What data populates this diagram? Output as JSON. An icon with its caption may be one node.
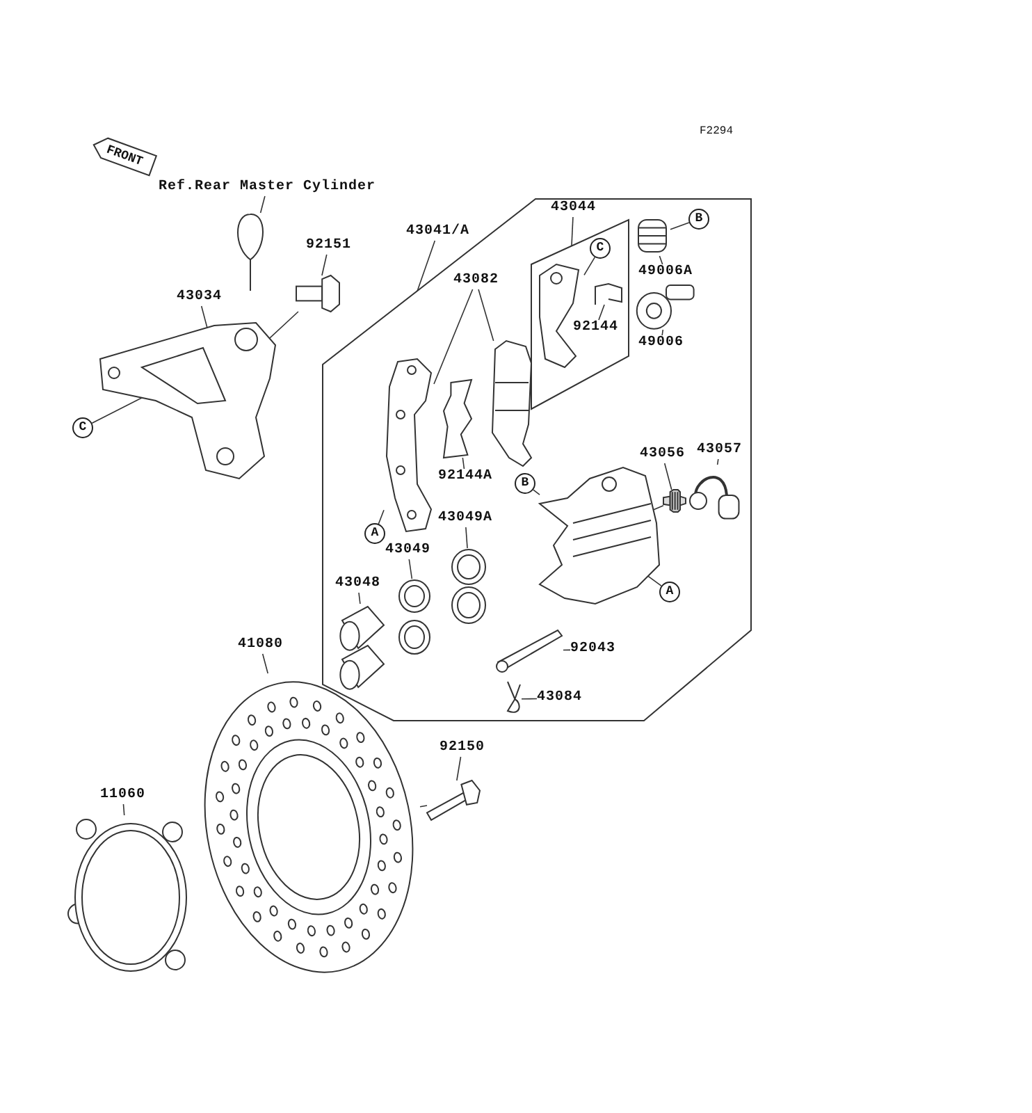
{
  "diagram": {
    "nodes": [
      {
        "text": [
          "FRONT"
        ]
      },
      {
        "text": [
          "Ref.Rear Master Cylinder"
        ]
      },
      {
        "text": [],
        "shape": "picture"
      },
      {
        "text": [
          "43034"
        ]
      },
      {
        "text": [],
        "shape": "picture"
      },
      {
        "text": [
          "92151"
        ]
      },
      {
        "text": [],
        "shape": "picture"
      },
      {
        "text": [
          "C"
        ]
      },
      {
        "text": [],
        "shape": "box"
      },
      {
        "text": [
          "43041/A"
        ]
      },
      {
        "text": [
          "43044"
        ],
        "in": 8
      },
      {
        "text": [],
        "shape": "box",
        "in": 8
      },
      {
        "text": [],
        "shape": "picture",
        "in": 11
      },
      {
        "text": [
          "C"
        ],
        "in": 11
      },
      {
        "text": [
          "B"
        ],
        "in": 8
      },
      {
        "text": [],
        "shape": "picture",
        "in": 8
      },
      {
        "text": [
          "49006A"
        ],
        "in": 8
      },
      {
        "text": [],
        "shape": "picture",
        "in": 11
      },
      {
        "text": [
          "92144"
        ],
        "in": 11
      },
      {
        "text": [],
        "shape": "picture",
        "in": 8
      },
      {
        "text": [
          "49006"
        ],
        "in": 8
      },
      {
        "text": [
          "43082"
        ],
        "in": 8
      },
      {
        "text": [],
        "shape": "picture",
        "in": 8
      },
      {
        "text": [],
        "shape": "picture",
        "in": 8
      },
      {
        "text": [],
        "shape": "picture",
        "in": 8
      },
      {
        "text": [
          "92144A"
        ],
        "in": 8
      },
      {
        "text": [
          "A"
        ],
        "in": 8
      },
      {
        "text": [],
        "shape": "picture",
        "in": 8
      },
      {
        "text": [
          "B"
        ],
        "in": 8
      },
      {
        "text": [
          "43056"
        ],
        "in": 8
      },
      {
        "text": [],
        "shape": "picture",
        "in": 8
      },
      {
        "text": [
          "43057"
        ],
        "in": 8
      },
      {
        "text": [],
        "shape": "picture",
        "in": 8
      },
      {
        "text": [
          "43049A"
        ],
        "in": 8
      },
      {
        "text": [],
        "shape": "picture",
        "in": 8
      },
      {
        "text": [],
        "shape": "picture",
        "in": 8
      },
      {
        "text": [
          "43049"
        ],
        "in": 8
      },
      {
        "text": [],
        "shape": "picture",
        "in": 8
      },
      {
        "text": [],
        "shape": "picture",
        "in": 8
      },
      {
        "text": [
          "43048"
        ],
        "in": 8
      },
      {
        "text": [],
        "shape": "picture",
        "in": 8
      },
      {
        "text": [],
        "shape": "picture",
        "in": 8
      },
      {
        "text": [
          "A"
        ],
        "in": 8
      },
      {
        "text": [],
        "shape": "picture",
        "in": 8
      },
      {
        "text": [
          "92043"
        ],
        "in": 8
      },
      {
        "text": [],
        "shape": "picture",
        "in": 8
      },
      {
        "text": [
          "43084"
        ],
        "in": 8
      },
      {
        "text": [
          "41080"
        ]
      },
      {
        "text": [],
        "shape": "picture"
      },
      {
        "text": [
          "92150"
        ]
      },
      {
        "text": [],
        "shape": "picture"
      },
      {
        "text": [
          "11060"
        ]
      },
      {
        "text": [],
        "shape": "picture"
      }
    ],
    "edges": [
      {
        "from": 1,
        "to": 2,
        "arrow": "none"
      },
      {
        "from": 3,
        "to": 4,
        "arrow": "none"
      },
      {
        "from": 5,
        "to": 6,
        "arrow": "none"
      },
      {
        "from": 6,
        "to": 4,
        "arrow": "none"
      },
      {
        "from": 7,
        "to": 4,
        "arrow": "none"
      },
      {
        "from": 9,
        "to": 8,
        "arrow": "none"
      },
      {
        "from": 10,
        "to": 11,
        "arrow": "none"
      },
      {
        "from": 13,
        "to": 12,
        "arrow": "none"
      },
      {
        "from": 14,
        "to": 15,
        "arrow": "none"
      },
      {
        "from": 16,
        "to": 15,
        "arrow": "none"
      },
      {
        "from": 18,
        "to": 17,
        "arrow": "none"
      },
      {
        "from": 20,
        "to": 19,
        "arrow": "none"
      },
      {
        "from": 21,
        "to": 22,
        "arrow": "none"
      },
      {
        "from": 21,
        "to": 23,
        "arrow": "none"
      },
      {
        "from": 25,
        "to": 24,
        "arrow": "none"
      },
      {
        "from": 26,
        "to": 22,
        "arrow": "none"
      },
      {
        "from": 28,
        "to": 27,
        "arrow": "none"
      },
      {
        "from": 29,
        "to": 30,
        "arrow": "none"
      },
      {
        "from": 31,
        "to": 32,
        "arrow": "none"
      },
      {
        "from": 33,
        "to": 34,
        "arrow": "none"
      },
      {
        "from": 36,
        "to": 37,
        "arrow": "none"
      },
      {
        "from": 39,
        "to": 40,
        "arrow": "none"
      },
      {
        "from": 42,
        "to": 27,
        "arrow": "none"
      },
      {
        "from": 44,
        "to": 43,
        "arrow": "none"
      },
      {
        "from": 46,
        "to": 45,
        "arrow": "none"
      },
      {
        "from": 47,
        "to": 48,
        "arrow": "none"
      },
      {
        "from": 49,
        "to": 50,
        "arrow": "none"
      },
      {
        "from": 51,
        "to": 52,
        "arrow": "none"
      },
      {
        "from": 50,
        "to": 48,
        "arrow": "none"
      },
      {
        "from": 30,
        "to": 27,
        "arrow": "none"
      }
    ],
    "labels": [
      "F2294"
    ]
  }
}
